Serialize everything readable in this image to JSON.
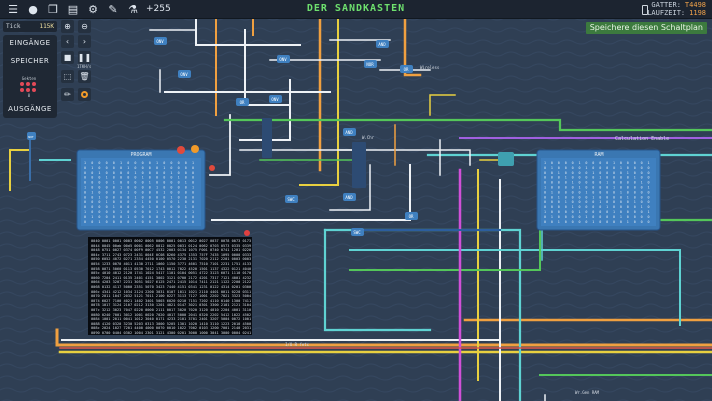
{
  "topbar": {
    "title": "DER SANDKASTEN",
    "counter": "+255",
    "icons": [
      "menu-icon",
      "chat-icon",
      "copy-icon",
      "document-icon",
      "settings-icon",
      "wrench-icon",
      "flask-icon"
    ],
    "stats": {
      "gates_label": "GATTER:",
      "gates_value": "T4498",
      "runtime_label": "LAUFZEIT:",
      "runtime_value": "1198"
    }
  },
  "tick": {
    "label": "Tick",
    "value": "115K"
  },
  "panel": {
    "inputs": "EINGÄNGE",
    "memory": "SPEICHER",
    "memory_chip_label": "Gekten",
    "memory_chip_sub": "0",
    "outputs": "AUSGÄNGE"
  },
  "tools": {
    "speed_label": "1TKH/s"
  },
  "save_button": "Speichere diesen Schaltplan",
  "components": {
    "program_label": "PROGRAM",
    "ram_label": "RAM",
    "wire_labels": [
      "Calculation Enable",
      "W.Chr",
      "I/O R fetc",
      "Wireless",
      "Wr.Gen RAM"
    ],
    "gates": [
      "AND",
      "AND",
      "AND",
      "OR",
      "OR",
      "OR",
      "ONV",
      "ONV",
      "ONV",
      "ONV",
      "SWC",
      "SWC",
      "NOR",
      "NOT"
    ]
  },
  "hexdump_lines": [
    "0040 0001 0001 0003 0002 0005 0006 0001 0013 0012 0027 0037 0078 0073 0173 0162",
    "0044 0045 00ab 00d5 0001 0062 0012 0025 0031 0124 0062 0703 0573 0335 0339 0020",
    "0048 0751 0027 0374 00F9 00C7 4532 2003 0134 1075 F001 0740 0741 1201 0220 0400",
    "004c 3711 2743 0723 2431 004E 0C08 8260 4375 1353 757F 7435 1095 0000 0333 0040",
    "0050 6052 4072 0271 2354 4450 0100 0570 2230 2131 7020 2112 2201 0003 0003 0041",
    "0054 1233 0070 4011 4130 2711 1060 1150 3771 4601 7510 7101 2231 1751 4133 7310",
    "0058 0071 5060 0113 0530 7012 1743 0012 7022 4520 1501 1137 4322 0121 4040 0040",
    "005c 4010 4012 2120 1741 1024 5417 1101 0104 0051 4722 3123 6071 1110 0170 0170",
    "0060 7204 2411 0135 2401 4151 3002 3121 0700 2172 4201 7317 7121 4001 4232 2211",
    "0064 4203 3207 2231 3051 5027 6125 2471 2415 1014 7411 2121 1122 2200 2122 7044",
    "0068 0132 4117 5000 2351 5070 3423 7440 4151 0341 1231 0122 4314 0201 0300 4420",
    "006c 4341 4212 1034 2124 2200 3031 0107 1011 1021 2110 4401 0011 0220 0311 7000",
    "0070 2011 1047 2032 5121 7011 2100 0227 3113 7127 1001 2202 7021 3323 5004 0700",
    "0074 6027 7100 4021 1402 3401 5003 6020 0210 7151 7202 4110 0140 1300 7411 4321",
    "0078 1017 3124 2107 0212 3130 1201 4021 0147 3021 0301 3300 2101 2121 3104 0030",
    "007c 3212 3023 7047 0220 0000 2111 0017 3020 7020 3120 4010 2204 4001 3110 0100",
    "0080 0240 7001 3012 1001 0020 7020 4017 5000 2041 0320 2202 5412 1022 4502 4003",
    "0084 1001 2011 0041 1012 3040 0171 4233 2101 3701 2401 3207 5004 0072 1001 1417",
    "0088 4120 0320 3230 5203 0313 3000 5205 1301 1020 1410 3110 1223 2010 4500 4003",
    "008c 2024 1027 7201 4400 4000 0070 0010 1022 7002 0103 1200 7001 2140 2031 0000",
    "0090 0700 0404 0302 1004 2301 3121 4300 0201 3000 1000 3041 3000 0004 0241 4000"
  ]
}
